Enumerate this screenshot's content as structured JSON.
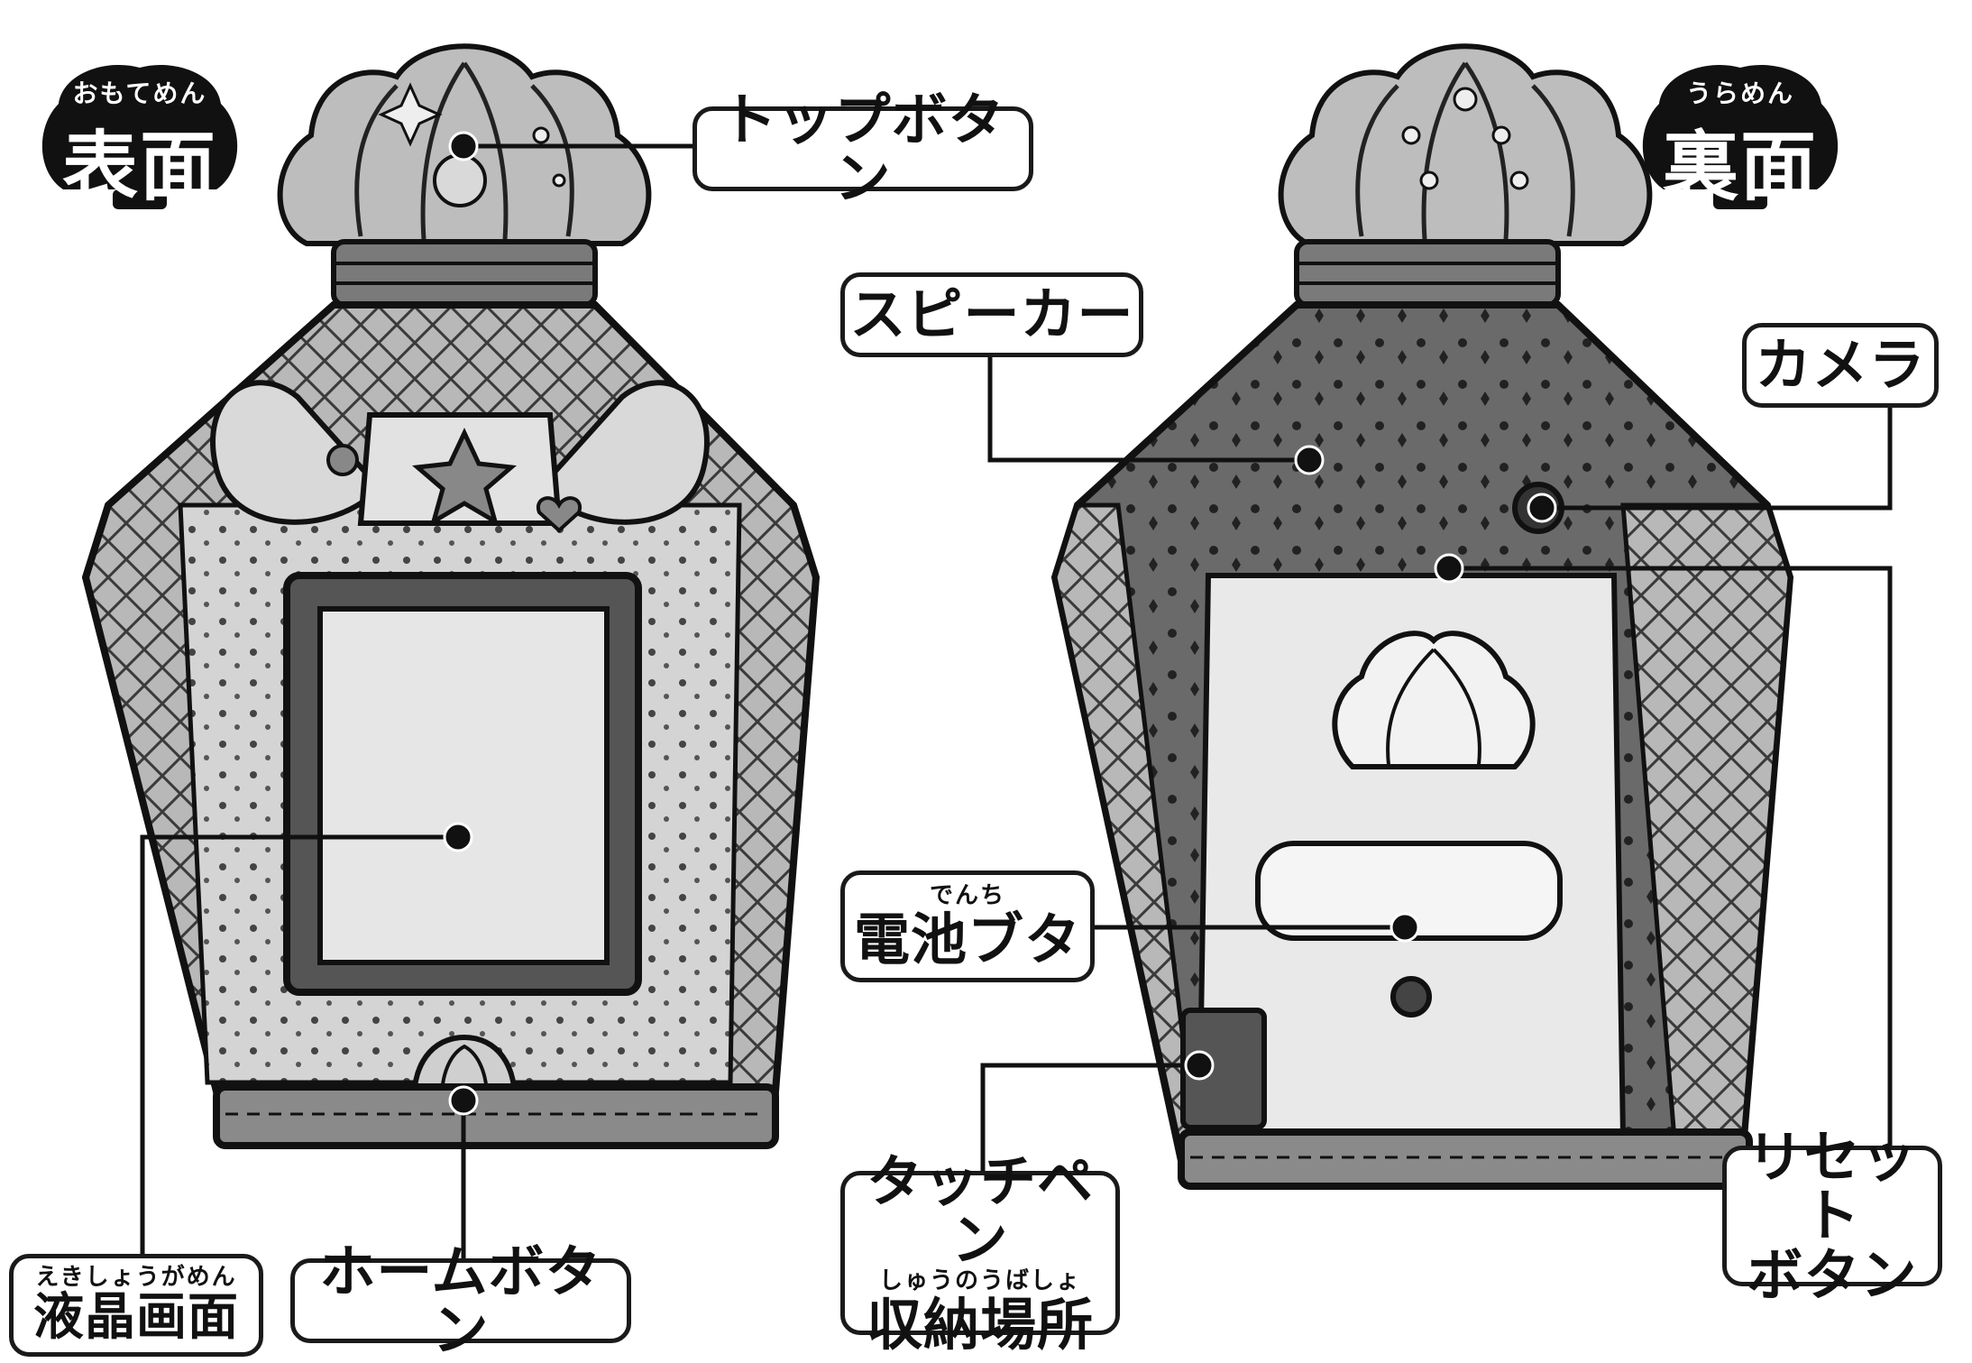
{
  "front": {
    "badge": {
      "ruby": "おもてめん",
      "text": "表面"
    },
    "labels": {
      "top_button": "トップボタン",
      "lcd_screen_ruby": "えきしょうがめん",
      "lcd_screen": "液晶画面",
      "home_button": "ホームボタン"
    }
  },
  "back": {
    "badge": {
      "ruby": "うらめん",
      "text": "裏面"
    },
    "labels": {
      "speaker": "スピーカー",
      "camera": "カメラ",
      "battery_cover_ruby": "でんち",
      "battery_cover": "電池ブタ",
      "touch_pen_line1": "タッチペン",
      "touch_pen_ruby": "しゅうのうばしょ",
      "touch_pen_line2": "収納場所",
      "reset_line1": "リセット",
      "reset_line2": "ボタン"
    }
  },
  "colors": {
    "ink": "#111111",
    "body_dark": "#5a5a5a",
    "body_mid": "#9a9a9a",
    "body_light": "#cfcfcf",
    "screen": "#e6e6e6",
    "badge_fill": "#111111"
  }
}
